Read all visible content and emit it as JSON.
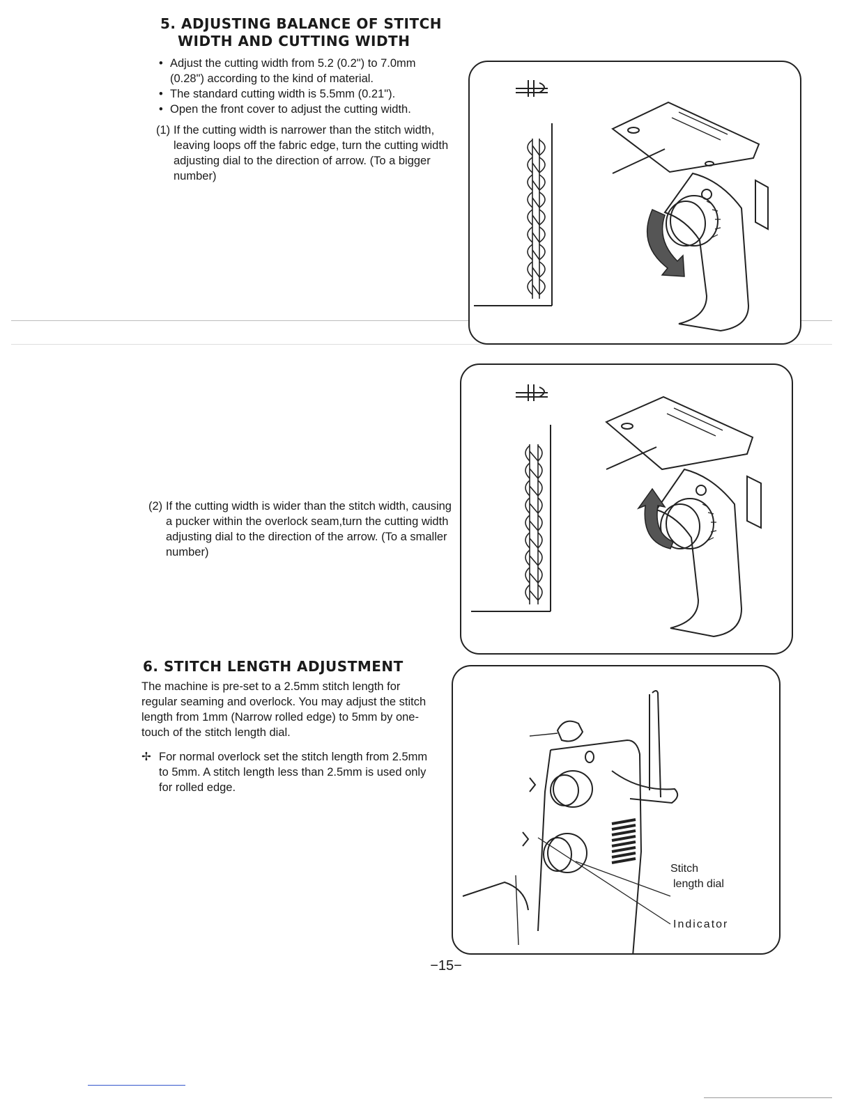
{
  "section5": {
    "heading_line1": "5. ADJUSTING BALANCE OF STITCH",
    "heading_line2": "WIDTH AND CUTTING WIDTH",
    "bullets": [
      "Adjust the cutting width from 5.2 (0.2\") to 7.0mm (0.28\") according to the kind of material.",
      "The standard cutting width is 5.5mm (0.21\").",
      "Open the front cover to adjust the cutting width."
    ],
    "step1": {
      "number": "(1)",
      "text": "If the cutting width is narrower than the stitch width, leaving loops off the fabric edge, turn the cutting width adjusting dial to the direction of arrow. (To a bigger number)"
    },
    "step2": {
      "number": "(2)",
      "text": "If the cutting width is wider than the stitch width, causing a pucker within the overlock seam,turn the cutting width adjusting dial to the direction of the arrow. (To a smaller number)"
    }
  },
  "section6": {
    "heading": "6. STITCH LENGTH ADJUSTMENT",
    "paragraph": "The machine is pre-set to a 2.5mm stitch length for regular seaming and overlock. You may adjust the stitch length from 1mm (Narrow rolled edge) to 5mm by one-touch of the stitch length dial.",
    "note_symbol": "✢",
    "note": "For normal overlock set the stitch length from 2.5mm to 5mm. A stitch length less than 2.5mm is used only for rolled edge.",
    "figure_labels": {
      "stitch_length_dial_line1": "Stitch",
      "stitch_length_dial_line2": "length dial",
      "indicator": "Indicator"
    }
  },
  "page_number": "−15−",
  "icons": [
    "stitch-symbol-icon",
    "arrow-clockwise-icon",
    "arrow-counterclockwise-icon"
  ]
}
